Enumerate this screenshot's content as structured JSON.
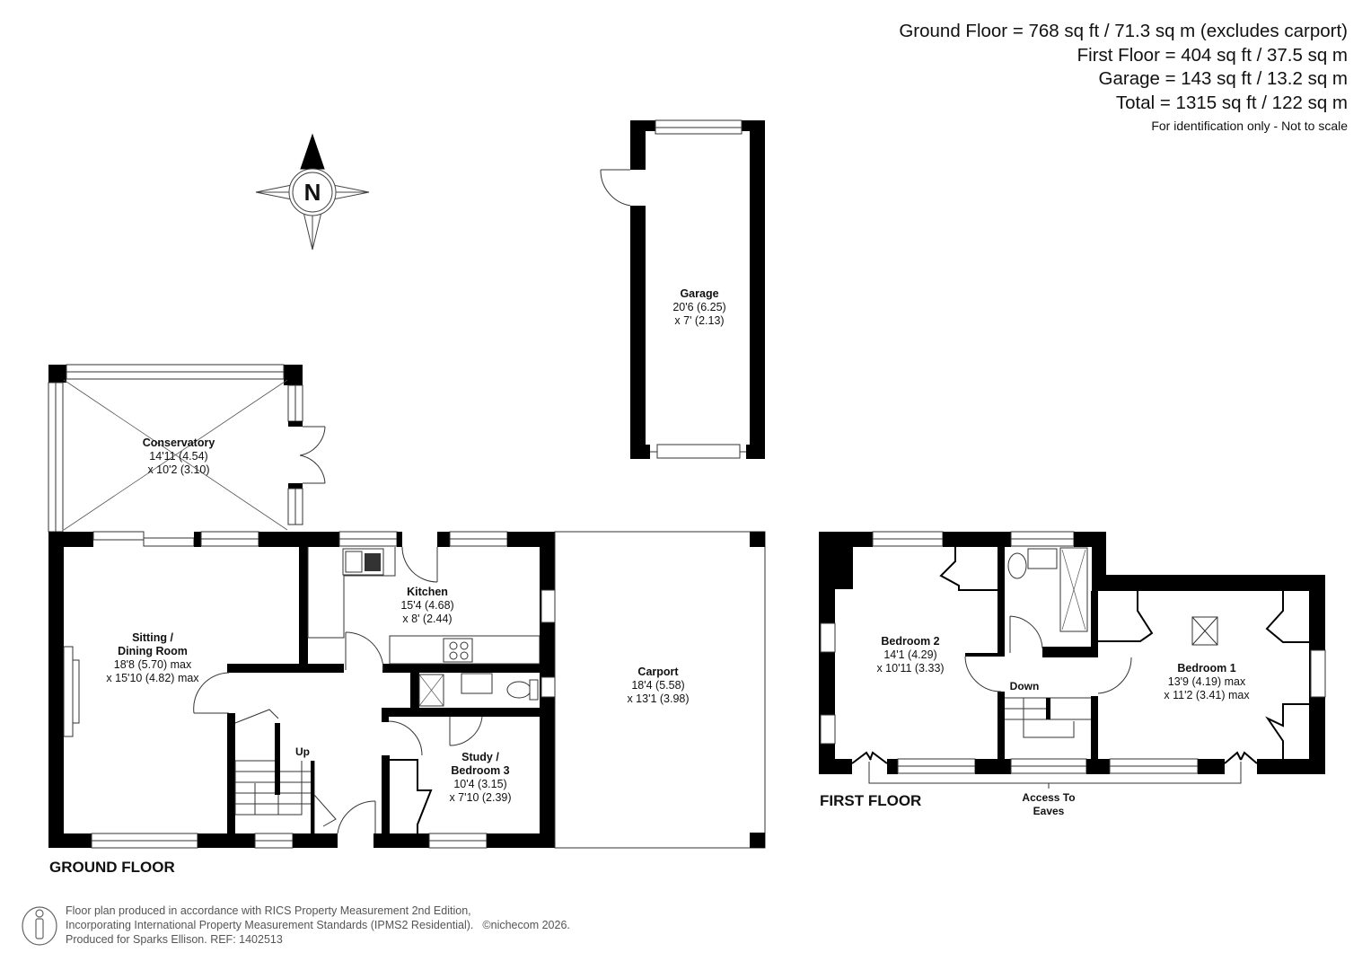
{
  "areas": {
    "ground_floor": "Ground Floor = 768 sq ft / 71.3 sq m (excludes carport)",
    "first_floor": "First Floor = 404 sq ft / 37.5 sq m",
    "garage": "Garage = 143 sq ft / 13.2 sq m",
    "total": "Total = 1315 sq ft / 122 sq m",
    "note": "For identification only - Not to scale"
  },
  "compass": {
    "letter": "N"
  },
  "floors": {
    "ground": {
      "title": "GROUND FLOOR",
      "rooms": [
        {
          "name": "Conservatory",
          "dim1": "14'11 (4.54)",
          "dim2": "x 10'2 (3.10)"
        },
        {
          "name_line1": "Sitting /",
          "name_line2": "Dining Room",
          "dim1": "18'8 (5.70) max",
          "dim2": "x 15'10 (4.82) max"
        },
        {
          "name": "Kitchen",
          "dim1": "15'4 (4.68)",
          "dim2": "x 8' (2.44)"
        },
        {
          "name_line1": "Study /",
          "name_line2": "Bedroom 3",
          "dim1": "10'4 (3.15)",
          "dim2": "x 7'10 (2.39)"
        },
        {
          "name": "Carport",
          "dim1": "18'4 (5.58)",
          "dim2": "x 13'1 (3.98)"
        },
        {
          "name": "Garage",
          "dim1": "20'6 (6.25)",
          "dim2": "x 7' (2.13)"
        }
      ],
      "stairs_label": "Up"
    },
    "first": {
      "title": "FIRST FLOOR",
      "rooms": [
        {
          "name": "Bedroom 2",
          "dim1": "14'1 (4.29)",
          "dim2": "x 10'11 (3.33)"
        },
        {
          "name": "Bedroom 1",
          "dim1": "13'9 (4.19) max",
          "dim2": "x 11'2 (3.41) max"
        }
      ],
      "stairs_label": "Down",
      "eaves_line1": "Access To",
      "eaves_line2": "Eaves"
    }
  },
  "footer": {
    "line1": "Floor plan produced in accordance with RICS Property Measurement 2nd Edition,",
    "line2": "Incorporating International Property Measurement Standards (IPMS2 Residential).",
    "copyright": "©nichecom 2026.",
    "line3": "Produced for Sparks Ellison.   REF: 1402513"
  },
  "colors": {
    "wall": "#000000",
    "line": "#333333",
    "text": "#111111",
    "footer_text": "#555555"
  }
}
